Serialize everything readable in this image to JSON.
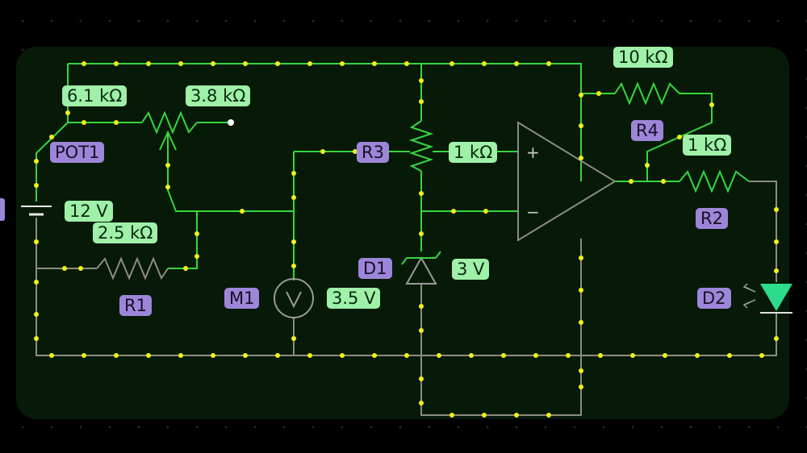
{
  "components": {
    "pot1": {
      "name": "POT1",
      "value_left": "6.1 kΩ",
      "value_right": "3.8 kΩ"
    },
    "battery": {
      "value": "12 V"
    },
    "r1": {
      "name": "R1",
      "value": "2.5 kΩ"
    },
    "r3": {
      "name": "R3",
      "value": "1 kΩ"
    },
    "r4": {
      "name": "R4",
      "value": "10 kΩ"
    },
    "r2": {
      "name": "R2",
      "value": "1 kΩ"
    },
    "d1": {
      "name": "D1",
      "value": "3 V"
    },
    "m1": {
      "name": "M1",
      "value": "3.5 V"
    },
    "d2": {
      "name": "D2"
    }
  },
  "opamp": {
    "plus": "+",
    "minus": "−"
  },
  "colors": {
    "wire_active": "#37d63d",
    "wire_idle": "#8c8c80",
    "node": "#f2f21a",
    "value_bg": "#9ff0a8",
    "name_bg": "#9d86d9",
    "led": "#2edb8a"
  }
}
